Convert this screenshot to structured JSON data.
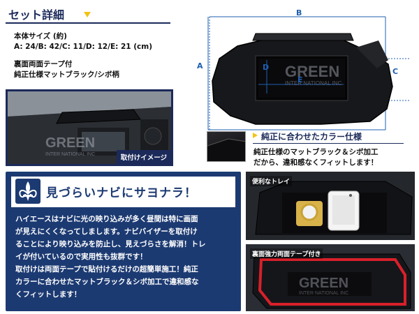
{
  "header": {
    "title": "セット詳細"
  },
  "specs": {
    "size_label": "本体サイズ (約)",
    "size_values": "A: 24/B: 42/C: 11/D: 12/E: 21 (cm)",
    "tape_note": "裏面両面テープ付",
    "finish_note": "純正仕様マットブラック/シボ柄"
  },
  "drawing": {
    "dims": {
      "a": "A",
      "b": "B",
      "c": "C",
      "d": "D",
      "e": "E"
    },
    "watermark_main": "GREEN",
    "watermark_sub": "INTER NATIONAL INC"
  },
  "photo1": {
    "caption": "取付けイメージ",
    "watermark_main": "GREEN",
    "watermark_sub": "INTER NATIONAL INC"
  },
  "color_section": {
    "title": "純正に合わせたカラー仕様",
    "line1": "純正仕様のマットブラック＆シボ加工",
    "line2": "だから、違和感なくフィットします！"
  },
  "main_panel": {
    "headline": "見づらいナビにサヨナラ！",
    "lines": [
      "ハイエースはナビに光の映り込みが多く昼間は特に画面",
      "が見えにくくなってしまします。ナビバイザーを取付け",
      "ることにより映り込みを防止し、見えづらさを解消！トレ",
      "イが付いているので実用性も抜群です！",
      "取付けは両面テープで貼付けるだけの超簡単施工！純正",
      "カラーに合わせたマットブラック＆シボ加工で違和感な",
      "くフィットします！"
    ]
  },
  "photo2": {
    "tag": "便利なトレイ"
  },
  "photo3": {
    "tag": "裏面強力両面テープ付き",
    "watermark_main": "GREEN",
    "watermark_sub": "INTER NATIONAL INC"
  },
  "colors": {
    "navy": "#1c3a72",
    "accent_yellow": "#f2c315",
    "dim_blue": "#1e5fb0",
    "tape_red": "#d8202a"
  }
}
